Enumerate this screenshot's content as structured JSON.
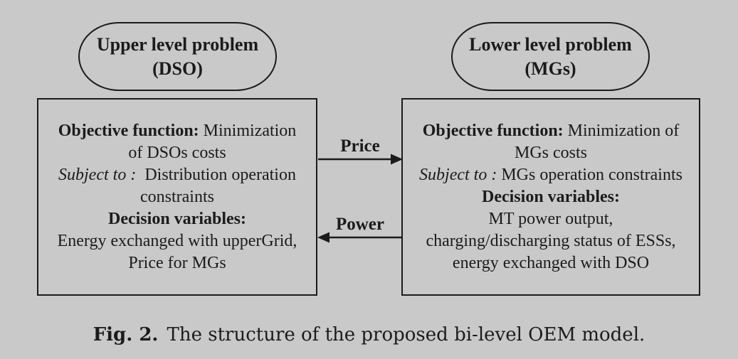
{
  "colors": {
    "background": "#c9c9c9",
    "ink": "#1b1b1b"
  },
  "upper_level": {
    "bubble_title": "Upper level problem",
    "bubble_subtitle": "(DSO)",
    "objective_label": "Objective function:",
    "objective_text": " Minimization",
    "objective_text_line2": "of DSOs costs",
    "subject_label": "Subject to :",
    "subject_text": "  Distribution operation",
    "subject_text_line2": "constraints",
    "decision_label": "Decision variables:",
    "decision_line1": "Energy exchanged with upperGrid,",
    "decision_line2": "Price for MGs"
  },
  "lower_level": {
    "bubble_title": "Lower level problem",
    "bubble_subtitle": "(MGs)",
    "objective_label": "Objective function:",
    "objective_text": " Minimization of",
    "objective_text_line2": "MGs costs",
    "subject_label": "Subject to :",
    "subject_text": " MGs operation constraints",
    "decision_label": "Decision variables:",
    "decision_line1": "MT power output,",
    "decision_line2": "charging/discharging status of ESSs,",
    "decision_line3": "energy exchanged with DSO"
  },
  "arrows": {
    "price_label": "Price",
    "power_label": "Power"
  },
  "caption": {
    "label": "Fig. 2.",
    "text": "The structure of the proposed bi-level OEM model."
  }
}
